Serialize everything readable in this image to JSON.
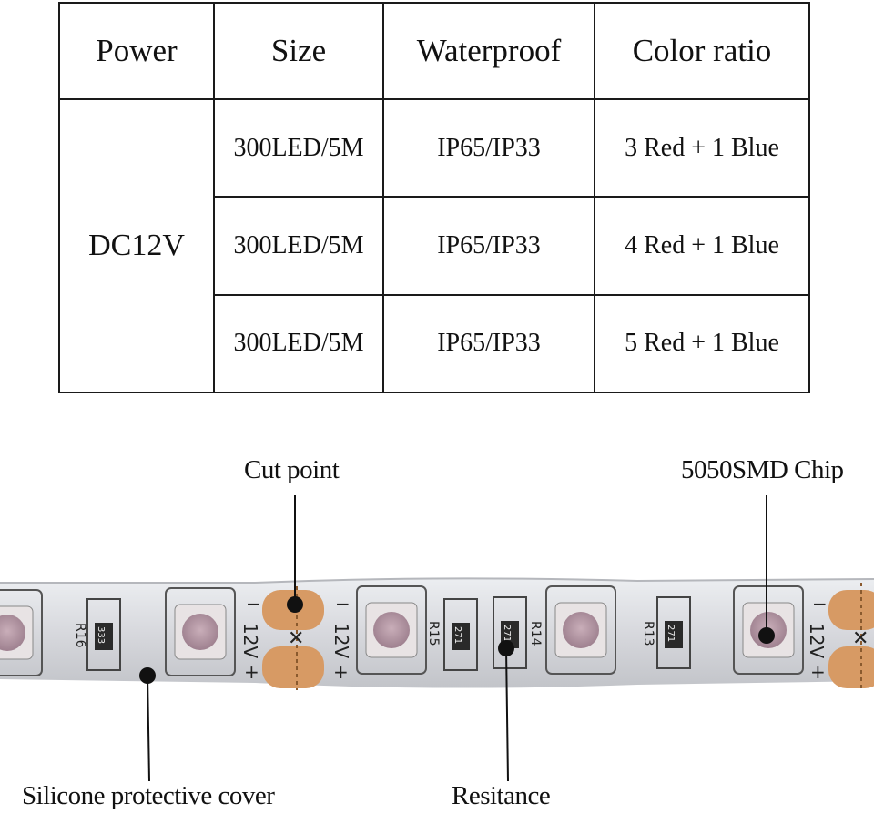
{
  "table": {
    "headers": [
      "Power",
      "Size",
      "Waterproof",
      "Color ratio"
    ],
    "power": "DC12V",
    "rows": [
      {
        "size": "300LED/5M",
        "waterproof": "IP65/IP33",
        "color_ratio": "3 Red + 1 Blue"
      },
      {
        "size": "300LED/5M",
        "waterproof": "IP65/IP33",
        "color_ratio": "4 Red + 1 Blue"
      },
      {
        "size": "300LED/5M",
        "waterproof": "IP65/IP33",
        "color_ratio": "5 Red + 1 Blue"
      }
    ]
  },
  "callouts": {
    "cut_point": "Cut point",
    "chip": "5050SMD Chip",
    "cover": "Silicone protective cover",
    "resistance": "Resitance"
  },
  "strip_labels": {
    "resistors": [
      "R16",
      "R15",
      "R14",
      "R13"
    ],
    "resistor_codes": [
      "333",
      "271",
      "271",
      "271"
    ],
    "voltage": "12V",
    "minus": "−",
    "plus": "+"
  },
  "colors": {
    "strip": "#d7d8dd",
    "pad": "#d79a64",
    "led": "#ad8e9d",
    "ink": "#111111"
  }
}
